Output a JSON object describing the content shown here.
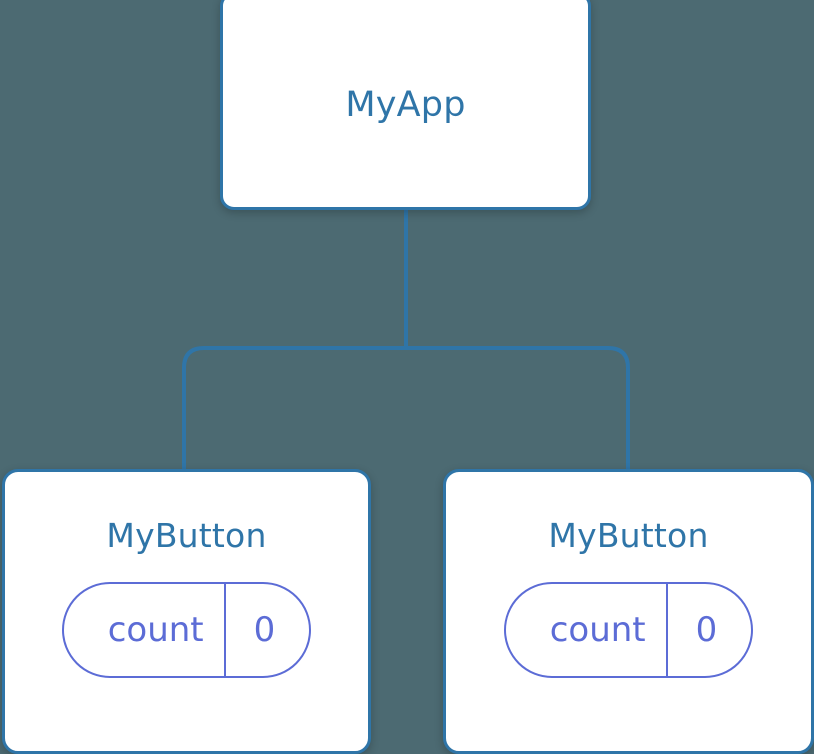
{
  "canvas": {
    "background_color": "#4c6a72",
    "node_border_color": "#2f75a8",
    "node_fill_color": "#ffffff",
    "node_title_color": "#2f75a8",
    "badge_color": "#5c6cd6",
    "connector_color": "#2f75a8"
  },
  "tree": {
    "root": {
      "title": "MyApp"
    },
    "children": [
      {
        "title": "MyButton",
        "badge": {
          "key": "count",
          "value": "0"
        }
      },
      {
        "title": "MyButton",
        "badge": {
          "key": "count",
          "value": "0"
        }
      }
    ]
  }
}
